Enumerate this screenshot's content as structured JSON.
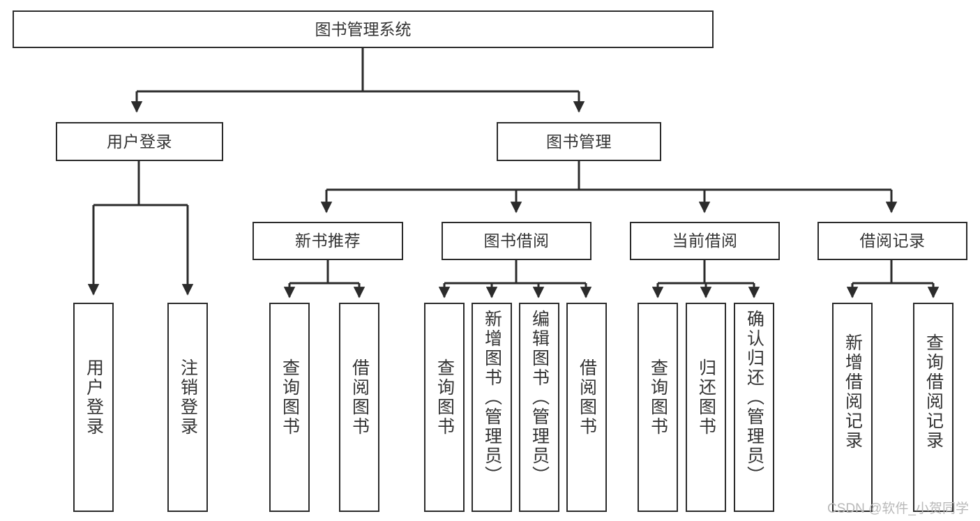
{
  "diagram": {
    "title": "图书管理系统",
    "watermark": "CSDN @软件_小贺同学",
    "colors": {
      "border": "#2b2b2b",
      "text": "#333333",
      "background": "#ffffff",
      "watermark": "#b9b9b9"
    },
    "root": {
      "label": "图书管理系统"
    },
    "level2": [
      {
        "label": "用户登录"
      },
      {
        "label": "图书管理"
      }
    ],
    "level3": [
      {
        "label": "新书推荐"
      },
      {
        "label": "图书借阅"
      },
      {
        "label": "当前借阅"
      },
      {
        "label": "借阅记录"
      }
    ],
    "leaves": {
      "user_login": [
        {
          "label": "用户登录"
        },
        {
          "label": "注销登录"
        }
      ],
      "new_book_recommend": [
        {
          "label": "查询图书"
        },
        {
          "label": "借阅图书"
        }
      ],
      "book_borrow": [
        {
          "label": "查询图书"
        },
        {
          "label": "新增图书（管理员）"
        },
        {
          "label": "编辑图书（管理员）"
        },
        {
          "label": "借阅图书"
        }
      ],
      "current_borrow": [
        {
          "label": "查询图书"
        },
        {
          "label": "归还图书"
        },
        {
          "label": "确认归还（管理员）"
        }
      ],
      "borrow_records": [
        {
          "label": "新增借阅记录"
        },
        {
          "label": "查询借阅记录"
        }
      ]
    }
  }
}
